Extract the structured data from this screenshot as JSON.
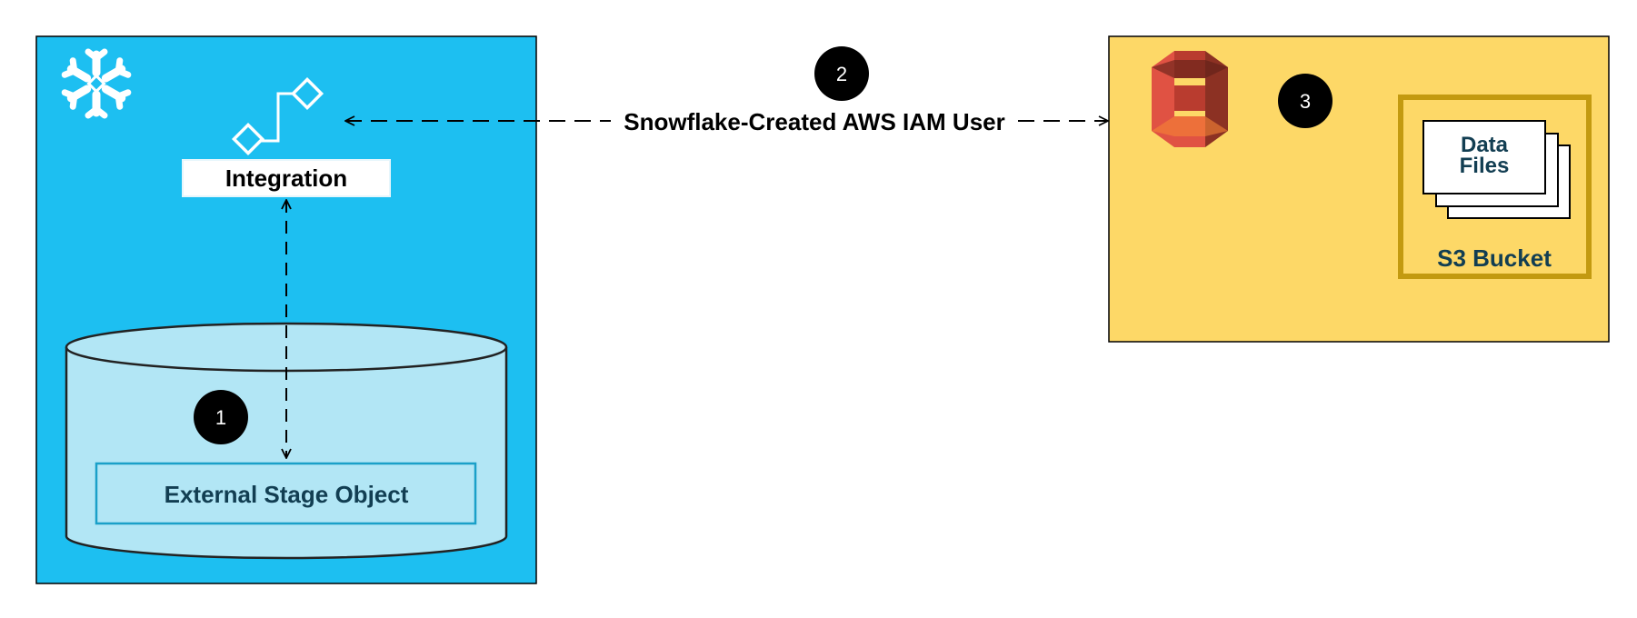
{
  "snowflake_panel": {
    "logo_icon": "snowflake-icon",
    "integration": {
      "icon": "integration-icon",
      "label": "Integration"
    },
    "stage": {
      "shape": "database-cylinder",
      "label": "External Stage Object"
    },
    "step_badge": "1"
  },
  "connection": {
    "label": "Snowflake-Created AWS IAM User",
    "step_badge": "2"
  },
  "aws_panel": {
    "logo_icon": "aws-s3-icon",
    "step_badge": "3",
    "bucket": {
      "label": "S3 Bucket",
      "files_label_line1": "Data",
      "files_label_line2": "Files"
    }
  },
  "colors": {
    "snowflake_blue": "#1DBFF1",
    "cylinder_fill": "#B2E6F5",
    "stage_border": "#1AA0C8",
    "dark_teal": "#123E52",
    "aws_yellow": "#FDD867",
    "bucket_border": "#C39A10",
    "s3_red": "#E05243"
  }
}
